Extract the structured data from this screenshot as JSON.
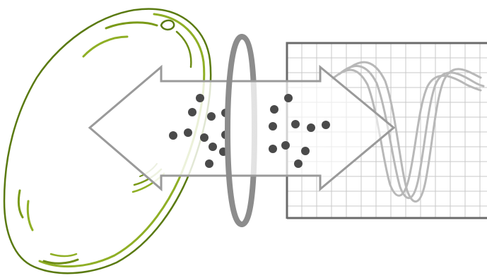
{
  "diagram": {
    "elements": [
      "cell-body",
      "double-headed-arrow",
      "particles",
      "ring",
      "plot-panel",
      "waveforms"
    ],
    "colors": {
      "cell_outline": "#5a7a10",
      "cell_accent": "#8faf25",
      "arrow_stroke": "#9a9a9a",
      "arrow_fill": "#ffffff",
      "particle": "#4a4a4a",
      "ring": "#8c8c8c",
      "grid_frame": "#6b6b6b",
      "grid_line": "#c8c8c8",
      "waveform": "#b8b8b8"
    },
    "particle_count": 25,
    "waveform_count": 3
  }
}
